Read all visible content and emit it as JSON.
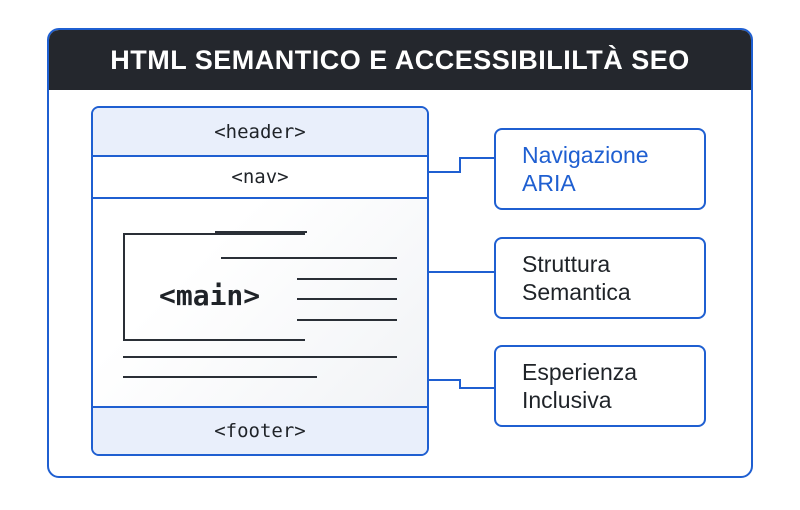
{
  "title": "HTML SEMANTICO E ACCESSIBILILTÀ SEO",
  "layout": {
    "header": "<header>",
    "nav": "<nav>",
    "main": "<main>",
    "footer": "<footer>"
  },
  "features": [
    {
      "label": "Navigazione\nARIA",
      "highlighted": true
    },
    {
      "label": "Struttura\nSemantica",
      "highlighted": false
    },
    {
      "label": "Esperienza\nInclusiva",
      "highlighted": false
    }
  ],
  "colors": {
    "accent": "#1f5fd1",
    "title_bar": "#24272d",
    "band_fill": "#e9effb",
    "text": "#1f2328"
  }
}
